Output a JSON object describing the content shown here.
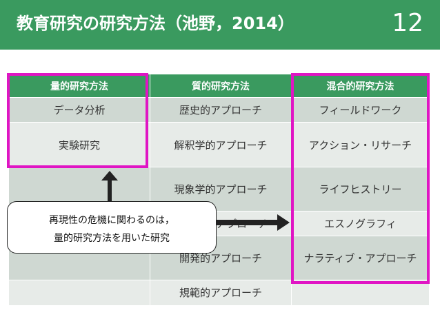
{
  "header": {
    "title": "教育研究の研究方法（池野，2014）",
    "page_number": "12",
    "background_color": "#3a9a5f"
  },
  "table": {
    "columns": [
      "量的研究方法",
      "質的研究方法",
      "混合的研究方法"
    ],
    "rows": [
      [
        "データ分析",
        "歴史的アプローチ",
        "フィールドワーク"
      ],
      [
        "実験研究",
        "解釈学的アプローチ",
        "アクション・リサーチ"
      ],
      [
        "",
        "現象学的アプローチ",
        "ライフヒストリー"
      ],
      [
        "",
        "アプローチ",
        "エスノグラフィ"
      ],
      [
        "",
        "開発的アプローチ",
        "ナラティブ・アプローチ"
      ],
      [
        "",
        "規範的アプローチ",
        ""
      ]
    ]
  },
  "callout": {
    "line1": "再現性の危機に関わるのは，",
    "line2": "量的研究方法を用いた研究"
  },
  "highlight_color": "#e015c4"
}
